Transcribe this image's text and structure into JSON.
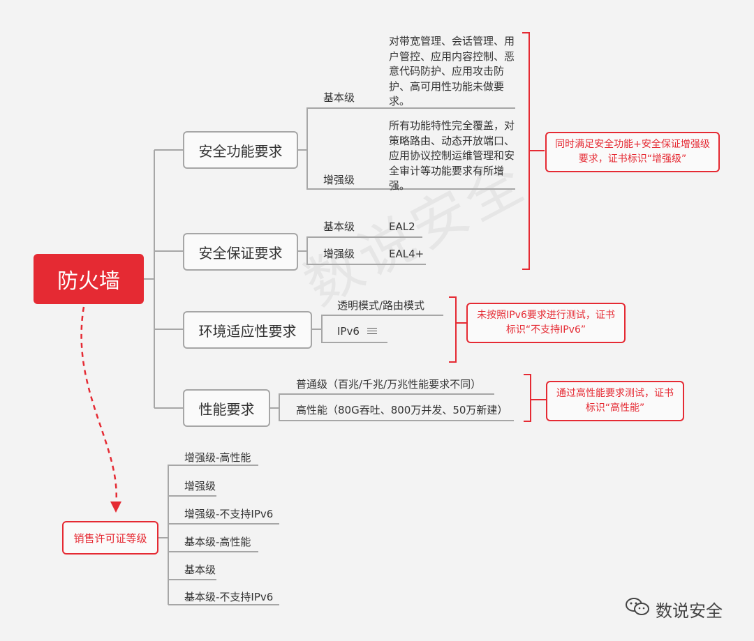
{
  "root": {
    "label": "防火墙"
  },
  "categories": [
    {
      "label": "安全功能要求"
    },
    {
      "label": "安全保证要求"
    },
    {
      "label": "环境适应性要求"
    },
    {
      "label": "性能要求"
    }
  ],
  "security_function": {
    "basic": {
      "label": "基本级",
      "text": "对带宽管理、会话管理、用户管控、应用内容控制、恶意代码防护、应用攻击防护、高可用性功能未做要求。"
    },
    "enhanced": {
      "label": "增强级",
      "text": "所有功能特性完全覆盖，对策略路由、动态开放端口、应用协议控制运维管理和安全审计等功能要求有所增强。"
    }
  },
  "security_assurance": {
    "basic": {
      "label": "基本级",
      "value": "EAL2"
    },
    "enhanced": {
      "label": "增强级",
      "value": "EAL4+"
    }
  },
  "environment": {
    "mode": "透明模式/路由模式",
    "ipv6": "IPv6",
    "ipv6_icon": "menu-icon"
  },
  "performance": {
    "normal": "普通级（百兆/千兆/万兆性能要求不同）",
    "high": "高性能（80G吞吐、800万并发、50万新建）"
  },
  "callouts": {
    "enhanced": "同时满足安全功能+安全保证增强级要求，证书标识“增强级”",
    "ipv6": "未按照IPv6要求进行测试，证书标识“不支持IPv6”",
    "performance": "通过高性能要求测试，证书标识“高性能”"
  },
  "sales": {
    "label": "销售许可证等级",
    "grades": [
      "增强级-高性能",
      "增强级",
      "增强级-不支持IPv6",
      "基本级-高性能",
      "基本级",
      "基本级-不支持IPv6"
    ]
  },
  "brand": {
    "text": "数说安全",
    "icon": "wechat-icon"
  },
  "colors": {
    "accent": "#e52a33",
    "line": "#a6a6a6",
    "background": "#f3f3f3"
  }
}
